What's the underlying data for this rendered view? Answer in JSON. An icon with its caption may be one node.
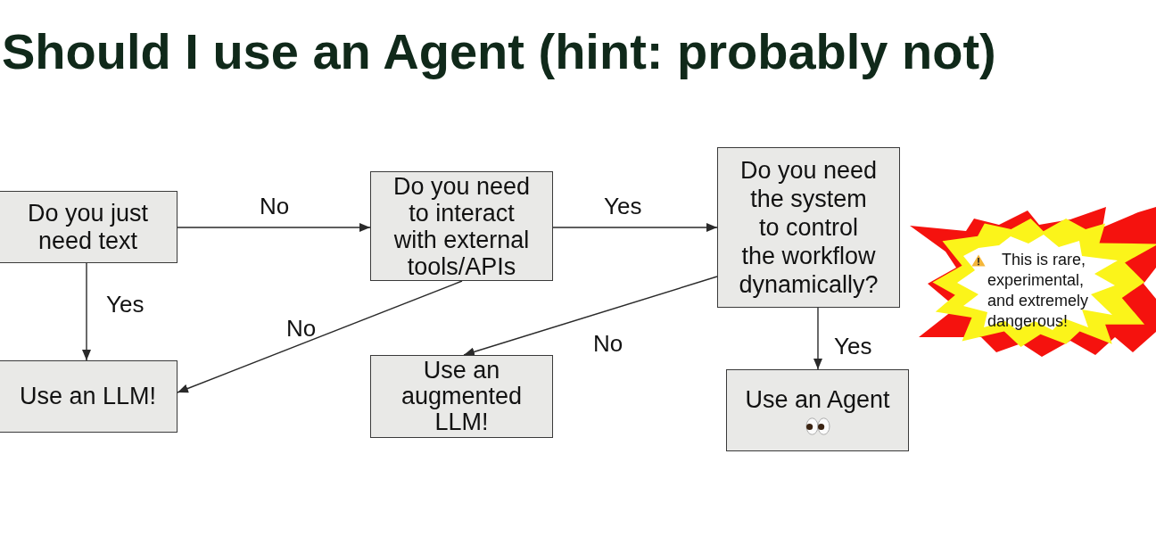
{
  "diagram": {
    "title": "Should I use an Agent (hint: probably not)",
    "nodes": [
      {
        "text": [
          "Do you just need text"
        ]
      },
      {
        "text": [
          "Do you need to interact with external tools/APIs"
        ]
      },
      {
        "text": [
          "Do you need the system to control the workflow dynamically?"
        ]
      },
      {
        "text": [
          "Use an LLM!"
        ]
      },
      {
        "text": [
          "Use an augmented LLM!"
        ]
      },
      {
        "text": [
          "Use an Agent"
        ]
      },
      {
        "text": [
          "This is rare, experimental, and extremely dangerous!"
        ]
      }
    ],
    "edges": [
      {
        "from": 0,
        "to": 1,
        "arrow": "to",
        "label": "No"
      },
      {
        "from": 1,
        "to": 2,
        "arrow": "to",
        "label": "Yes"
      },
      {
        "from": 0,
        "to": 3,
        "arrow": "to",
        "label": "Yes"
      },
      {
        "from": 1,
        "to": 3,
        "arrow": "to",
        "label": "No"
      },
      {
        "from": 2,
        "to": 4,
        "arrow": "to",
        "label": "No"
      },
      {
        "from": 2,
        "to": 5,
        "arrow": "to",
        "label": "Yes"
      }
    ]
  }
}
